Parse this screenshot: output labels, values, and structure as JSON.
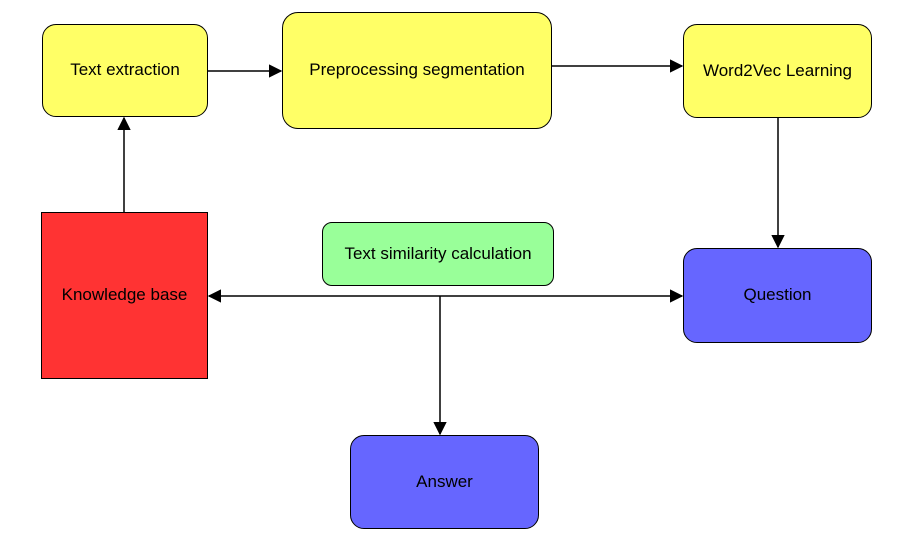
{
  "colors": {
    "yellow": "#ffff66",
    "red": "#ff3333",
    "green": "#99ff99",
    "blue": "#6666ff",
    "stroke": "#000000"
  },
  "nodes": {
    "text_extraction": {
      "label": "Text extraction",
      "color": "#ffff66"
    },
    "preprocessing_segmentation": {
      "label": "Preprocessing segmentation",
      "color": "#ffff66"
    },
    "word2vec_learning": {
      "label": "Word2Vec Learning",
      "color": "#ffff66"
    },
    "knowledge_base": {
      "label": "Knowledge base",
      "color": "#ff3333"
    },
    "text_similarity_calculation": {
      "label": "Text similarity calculation",
      "color": "#99ff99"
    },
    "question": {
      "label": "Question",
      "color": "#6666ff"
    },
    "answer": {
      "label": "Answer",
      "color": "#6666ff"
    }
  },
  "edges": [
    {
      "from": "text_extraction",
      "to": "preprocessing_segmentation"
    },
    {
      "from": "preprocessing_segmentation",
      "to": "word2vec_learning"
    },
    {
      "from": "word2vec_learning",
      "to": "question"
    },
    {
      "from": "knowledge_base",
      "to": "text_extraction"
    },
    {
      "from": "knowledge_base",
      "to": "question",
      "bidirectional": true
    },
    {
      "from": "text_similarity_calculation",
      "to": "answer"
    }
  ]
}
